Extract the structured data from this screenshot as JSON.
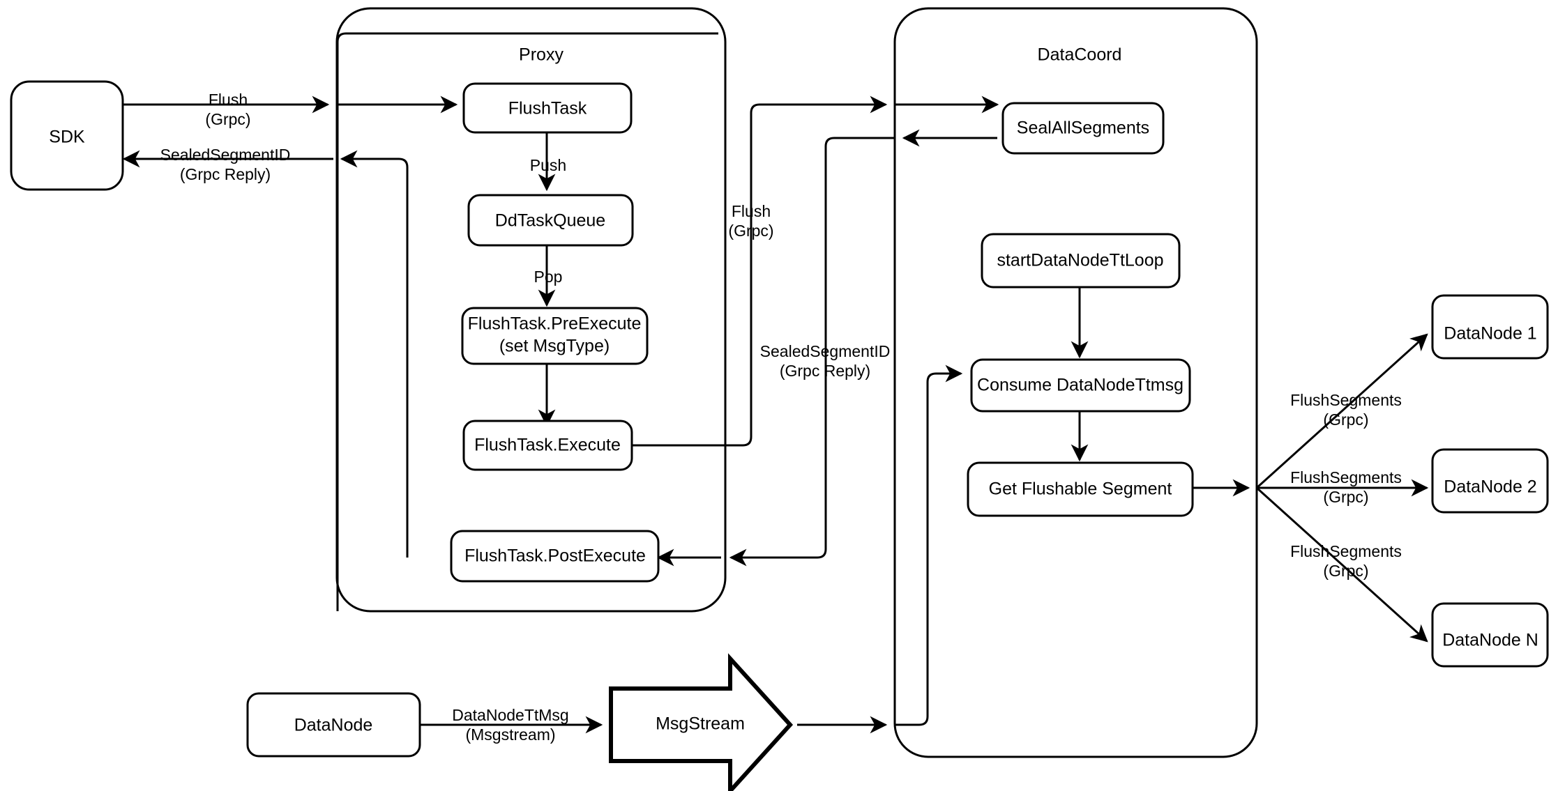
{
  "diagram": {
    "title": "Milvus Flush Sequence Architecture",
    "background_color": "#ffffff",
    "stroke_color": "#000000",
    "groups": [
      {
        "id": "proxy",
        "label": "Proxy"
      },
      {
        "id": "datacoord",
        "label": "DataCoord"
      }
    ],
    "nodes": {
      "sdk": "SDK",
      "flush_task": "FlushTask",
      "dd_task_queue": "DdTaskQueue",
      "pre_execute_line1": "FlushTask.PreExecute",
      "pre_execute_line2": "(set MsgType)",
      "execute": "FlushTask.Execute",
      "post_execute": "FlushTask.PostExecute",
      "seal_all_segments": "SealAllSegments",
      "start_datanode_tt_loop": "startDataNodeTtLoop",
      "consume_datanode_ttmsg": "Consume DataNodeTtmsg",
      "get_flushable_segment": "Get Flushable Segment",
      "datanode_1": "DataNode 1",
      "datanode_2": "DataNode 2",
      "datanode_n": "DataNode N",
      "datanode_bottom": "DataNode",
      "msgstream": "MsgStream"
    },
    "edge_labels": {
      "sdk_to_proxy_l1": "Flush",
      "sdk_to_proxy_l2": "(Grpc)",
      "proxy_to_sdk_l1": "SealedSegmentID",
      "proxy_to_sdk_l2": "(Grpc Reply)",
      "push": "Push",
      "pop": "Pop",
      "proxy_to_coord_l1": "Flush",
      "proxy_to_coord_l2": "(Grpc)",
      "coord_to_proxy_l1": "SealedSegmentID",
      "coord_to_proxy_l2": "(Grpc Reply)",
      "datanode_ttmsg_l1": "DataNodeTtMsg",
      "datanode_ttmsg_l2": "(Msgstream)",
      "flush_segments_1_l1": "FlushSegments",
      "flush_segments_1_l2": "(Grpc)",
      "flush_segments_2_l1": "FlushSegments",
      "flush_segments_2_l2": "(Grpc)",
      "flush_segments_n_l1": "FlushSegments",
      "flush_segments_n_l2": "(Grpc)"
    }
  }
}
